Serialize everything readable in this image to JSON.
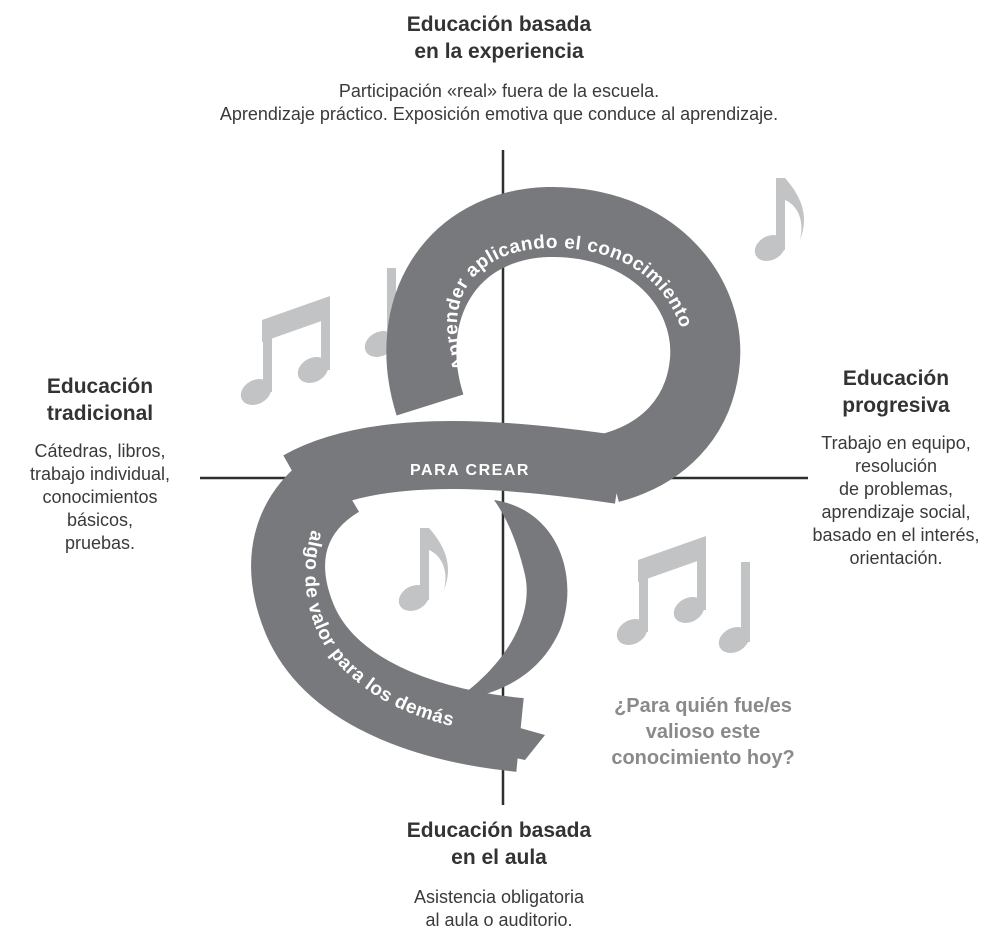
{
  "colors": {
    "ribbon": "#78797c",
    "axis": "#2f2f2f",
    "notes": "#c2c3c5",
    "ribbon_text": "#ffffff",
    "question": "#8a8a8a"
  },
  "top": {
    "title": [
      "Educación basada",
      "en la experiencia"
    ],
    "desc": [
      "Participación «real» fuera de la escuela.",
      "Aprendizaje práctico. Exposición emotiva que conduce al aprendizaje."
    ]
  },
  "left": {
    "title": [
      "Educación",
      "tradicional"
    ],
    "desc": [
      "Cátedras, libros,",
      "trabajo individual,",
      "conocimientos",
      "básicos,",
      "pruebas."
    ]
  },
  "right": {
    "title": [
      "Educación",
      "progresiva"
    ],
    "desc": [
      "Trabajo en equipo,",
      "resolución",
      "de problemas,",
      "aprendizaje social,",
      "basado en el interés,",
      "orientación."
    ]
  },
  "bottom": {
    "title": [
      "Educación basada",
      "en el aula"
    ],
    "desc": [
      "Asistencia obligatoria",
      "al aula o auditorio."
    ]
  },
  "ribbon": {
    "upper_text": "Aprender aplicando el conocimiento",
    "middle_text": "PARA CREAR",
    "lower_text": "algo de valor para los demás"
  },
  "question": [
    "¿Para quién fue/es",
    "valioso este",
    "conocimiento hoy?"
  ],
  "icons": [
    "double-eighth-note-icon",
    "quarter-note-icon",
    "eighth-note-icon"
  ]
}
